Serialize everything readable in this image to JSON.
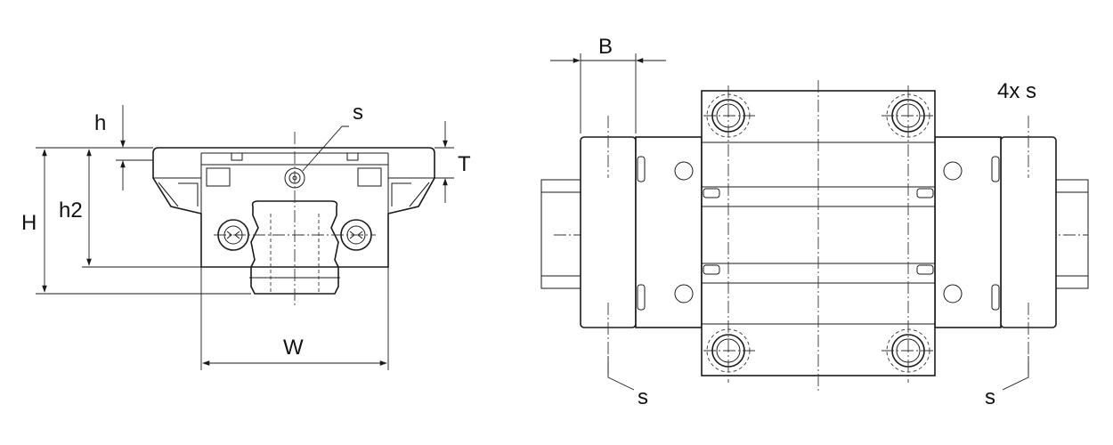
{
  "front_view": {
    "labels": {
      "h": "h",
      "h2": "h2",
      "H": "H",
      "W": "W",
      "s": "s",
      "T": "T"
    }
  },
  "top_view": {
    "labels": {
      "B": "B",
      "four_x_s": "4x s",
      "s_left": "s",
      "s_right": "s"
    }
  }
}
